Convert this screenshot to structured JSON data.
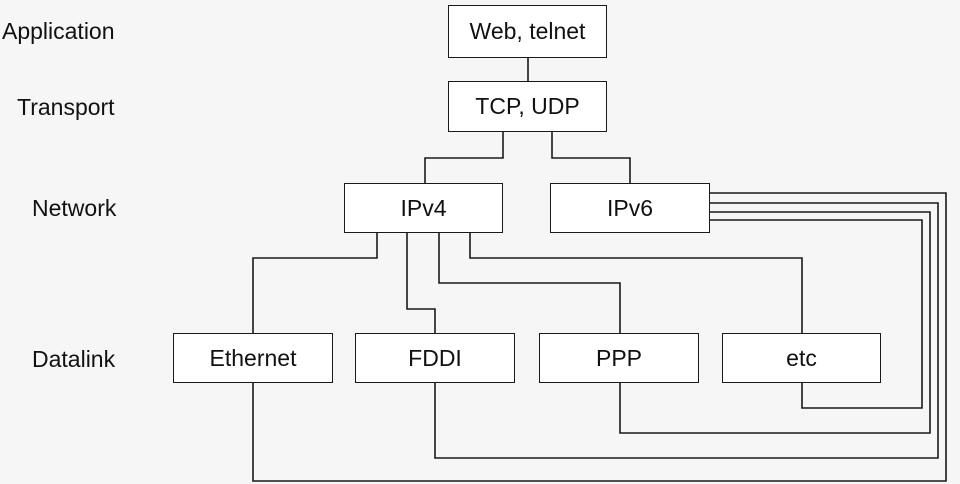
{
  "layers": {
    "application": "Application",
    "transport": "Transport",
    "network": "Network",
    "datalink": "Datalink"
  },
  "nodes": {
    "web_telnet": "Web, telnet",
    "tcp_udp": "TCP, UDP",
    "ipv4": "IPv4",
    "ipv6": "IPv6",
    "ethernet": "Ethernet",
    "fddi": "FDDI",
    "ppp": "PPP",
    "etc": "etc"
  }
}
